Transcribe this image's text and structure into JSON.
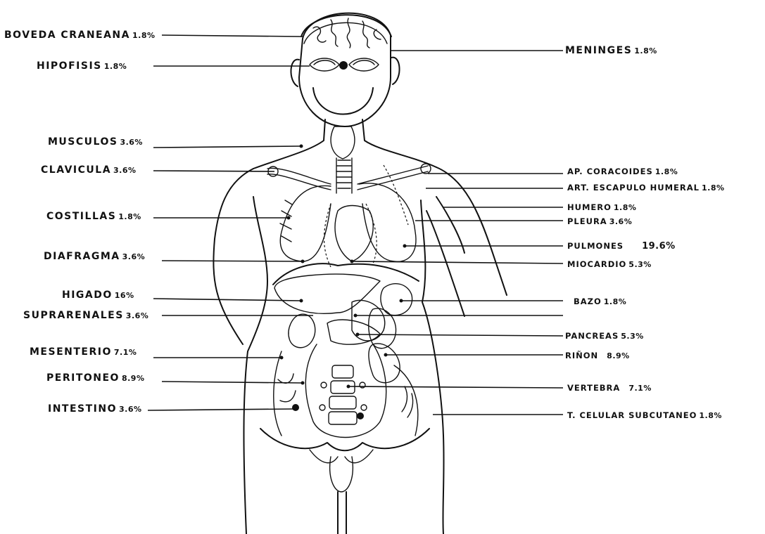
{
  "labels_left": [
    {
      "name": "BOVEDA CRANEANA",
      "pct": "1.8%"
    },
    {
      "name": "HIPOFISIS",
      "pct": "1.8%"
    },
    {
      "name": "MUSCULOS",
      "pct": "3.6%"
    },
    {
      "name": "CLAVICULA",
      "pct": "3.6%"
    },
    {
      "name": "COSTILLAS",
      "pct": "1.8%"
    },
    {
      "name": "DIAFRAGMA",
      "pct": "3.6%"
    },
    {
      "name": "HIGADO",
      "pct": "16%"
    },
    {
      "name": "SUPRARENALES",
      "pct": "3.6%"
    },
    {
      "name": "MESENTERIO",
      "pct": "7.1%"
    },
    {
      "name": "PERITONEO",
      "pct": "8.9%"
    },
    {
      "name": "INTESTINO",
      "pct": "3.6%"
    }
  ],
  "labels_right": [
    {
      "name": "MENINGES",
      "pct": "1.8%"
    },
    {
      "name": "AP. CORACOIDES",
      "pct": "1.8%"
    },
    {
      "name": "ART. ESCAPULO HUMERAL",
      "pct": "1.8%"
    },
    {
      "name": "HUMERO",
      "pct": "1.8%"
    },
    {
      "name": "PLEURA",
      "pct": "3.6%"
    },
    {
      "name": "PULMONES",
      "pct": "19.6%"
    },
    {
      "name": "MIOCARDIO",
      "pct": "5.3%"
    },
    {
      "name": "BAZO",
      "pct": "1.8%"
    },
    {
      "name": "PANCREAS",
      "pct": "5.3%"
    },
    {
      "name": "RIÑON",
      "pct": "8.9%"
    },
    {
      "name": "VERTEBRA",
      "pct": "7.1%"
    },
    {
      "name": "T. CELULAR SUBCUTANEO",
      "pct": "1.8%"
    }
  ]
}
